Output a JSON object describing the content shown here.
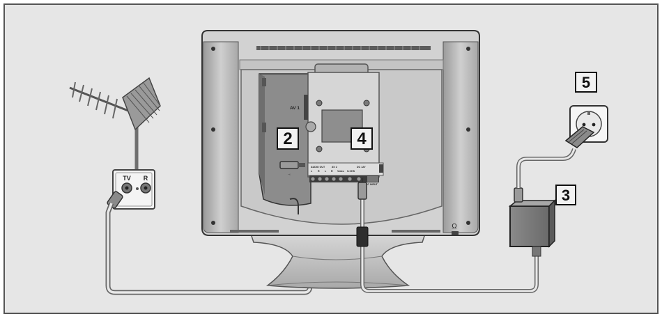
{
  "labels": {
    "av1": "AV 1",
    "audio_out": "AUDIO OUT",
    "av2": "AV 2",
    "port_l1": "L",
    "port_r1": "R",
    "port_l2": "L",
    "port_r2": "R",
    "video": "Video",
    "svhs": "S-VHS",
    "dc12v": "DC 12V",
    "pc_input": "PC INPUT",
    "headphone": "Ω",
    "socket_tv": "TV",
    "socket_r": "R"
  },
  "callouts": {
    "antenna_connection": "2",
    "power_adapter": "3",
    "wall_mount": "4",
    "mains_socket": "5"
  },
  "colors": {
    "background_panel": "#e6e6e6",
    "border": "#555555",
    "tv_body": "#c8c8c8",
    "tv_dark": "#6e6e6e",
    "cable_outline": "#666666"
  }
}
